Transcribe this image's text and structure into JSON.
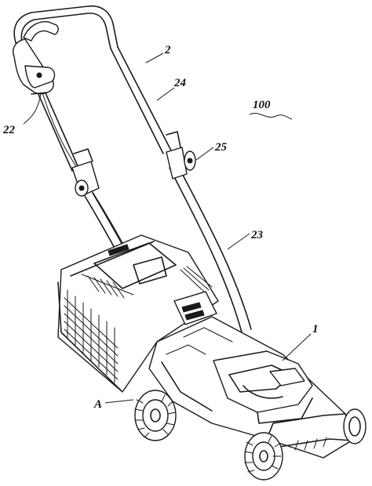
{
  "labels": {
    "ref_2": "2",
    "ref_24": "24",
    "ref_100": "100",
    "ref_22": "22",
    "ref_25": "25",
    "ref_23": "23",
    "ref_1": "1",
    "ref_A": "A"
  }
}
